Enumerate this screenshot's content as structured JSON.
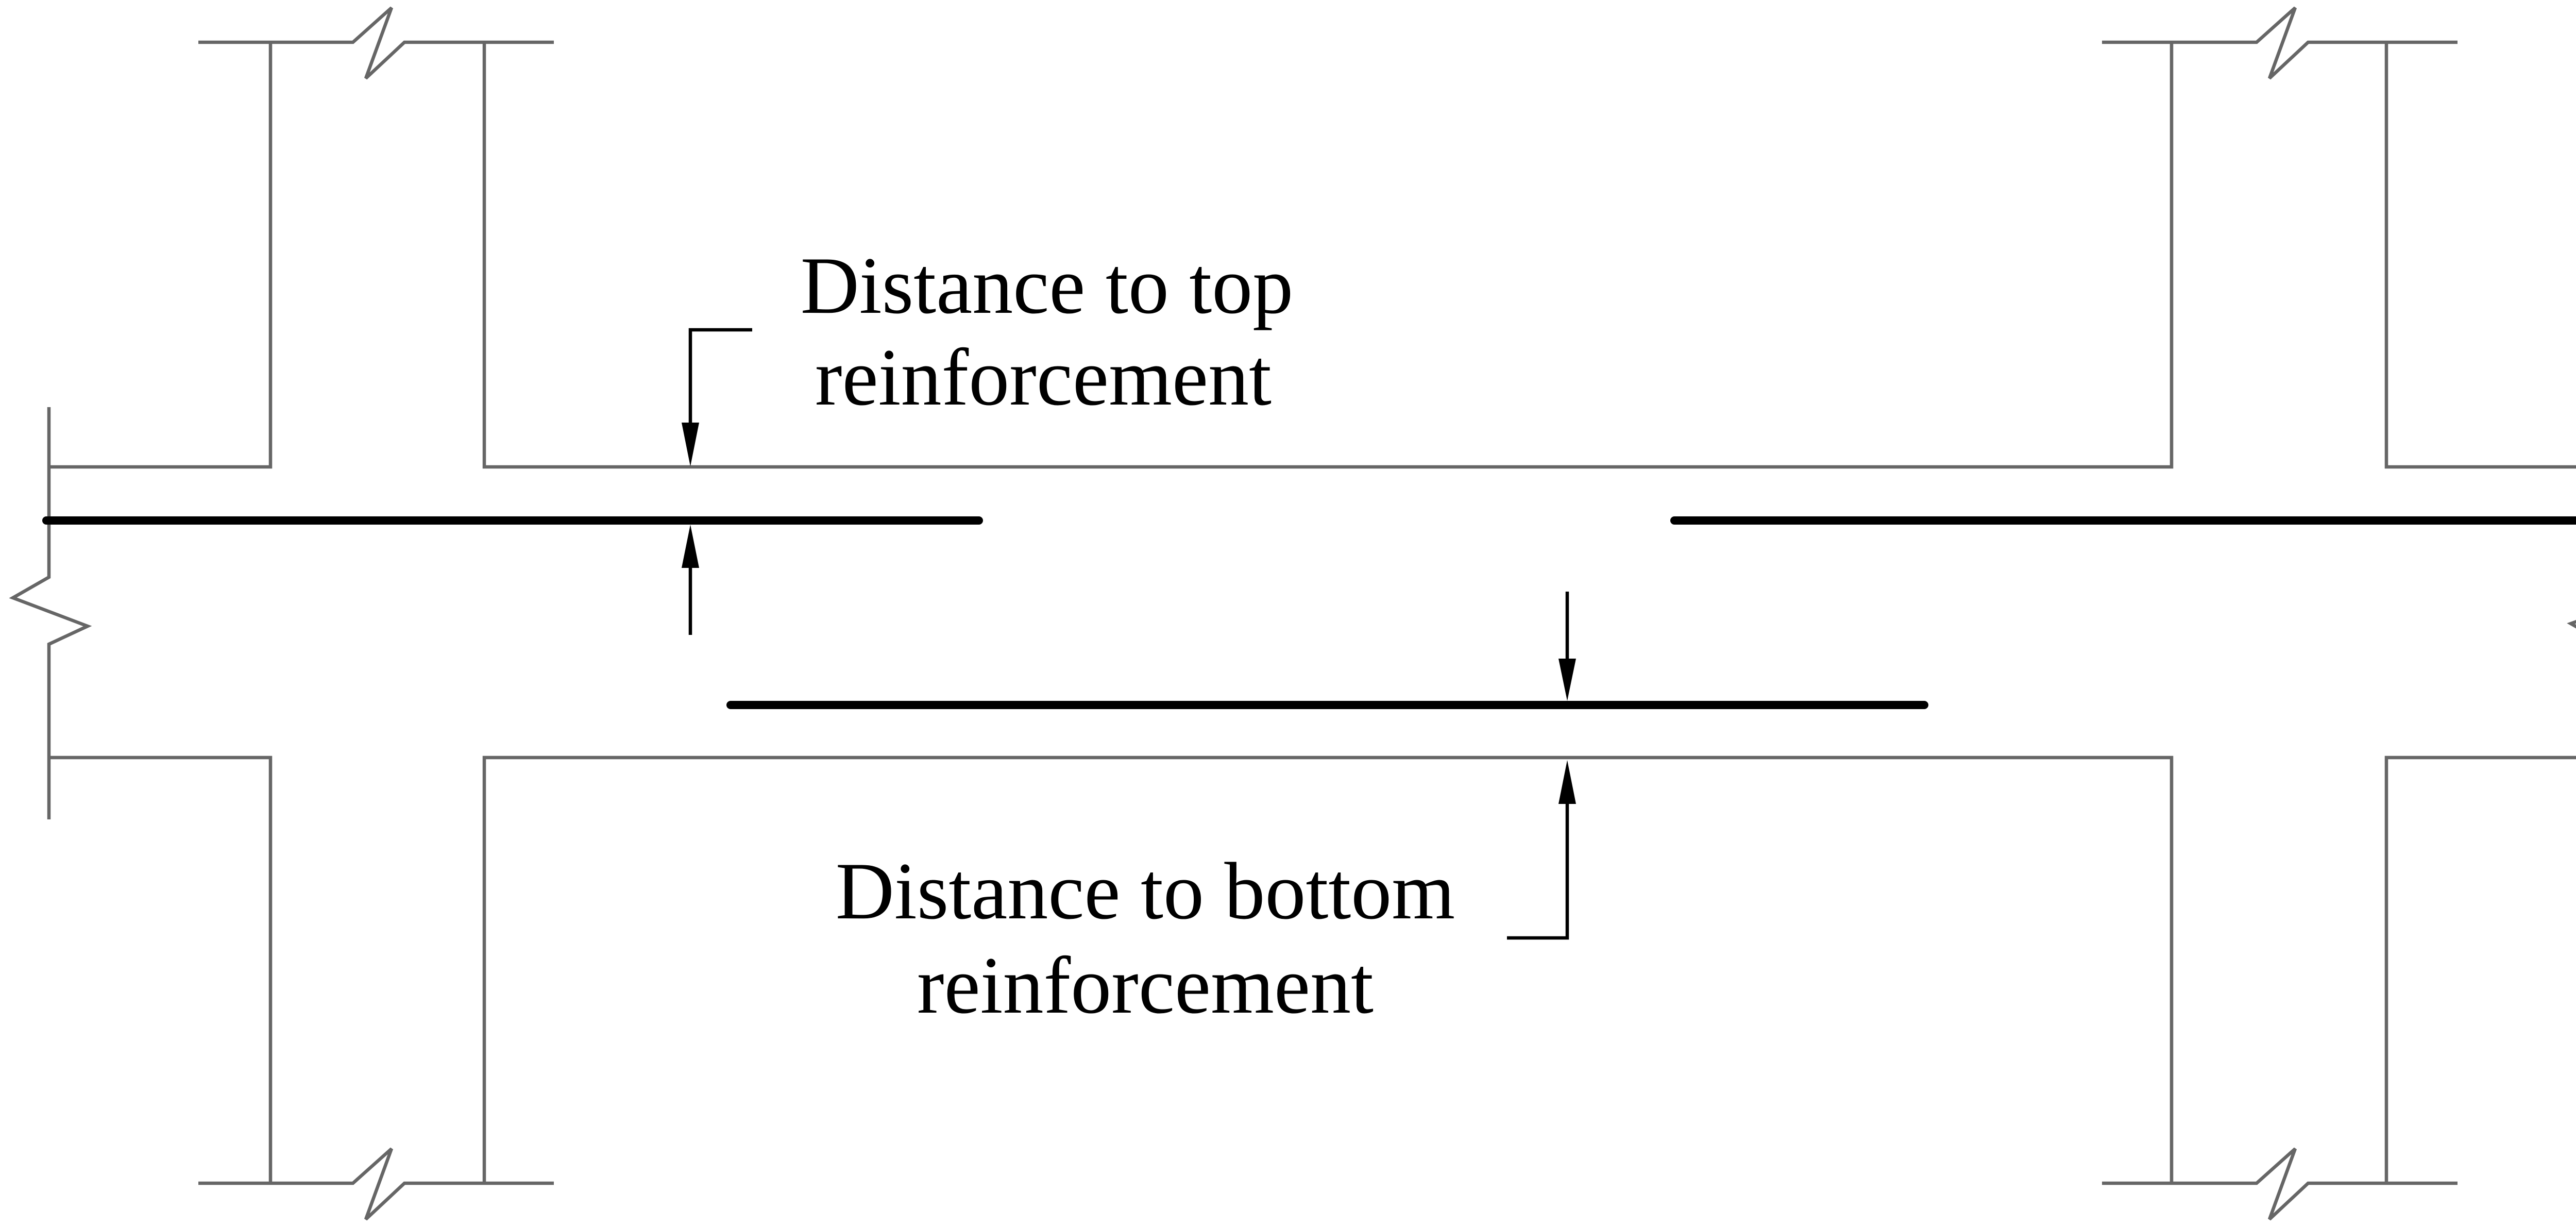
{
  "labels": {
    "top_line1": "Distance to top",
    "top_line2": "reinforcement",
    "bottom_line1": "Distance to bottom",
    "bottom_line2": "reinforcement"
  },
  "colors": {
    "concrete_outline": "#666666",
    "reinforcement": "#000000",
    "dimension": "#000000",
    "text": "#000000"
  }
}
